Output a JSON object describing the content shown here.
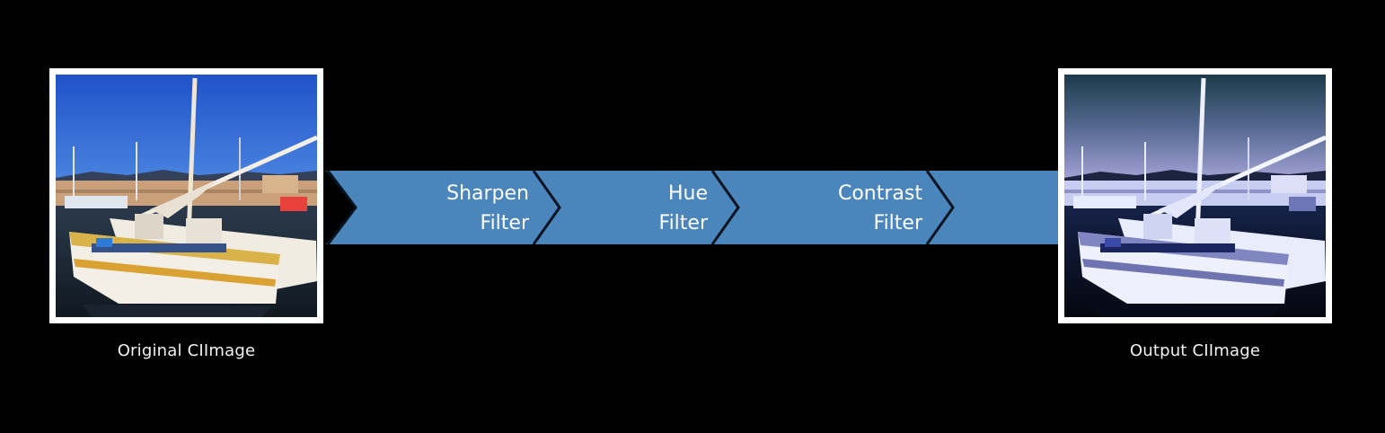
{
  "input": {
    "caption": "Original CIImage"
  },
  "output": {
    "caption": "Output CIImage"
  },
  "filters": [
    {
      "line1": "Sharpen",
      "line2": "Filter"
    },
    {
      "line1": "Hue",
      "line2": "Filter"
    },
    {
      "line1": "Contrast",
      "line2": "Filter"
    }
  ],
  "colors": {
    "background": "#000000",
    "pipeline": "#4a86bb",
    "frame": "#ffffff"
  }
}
